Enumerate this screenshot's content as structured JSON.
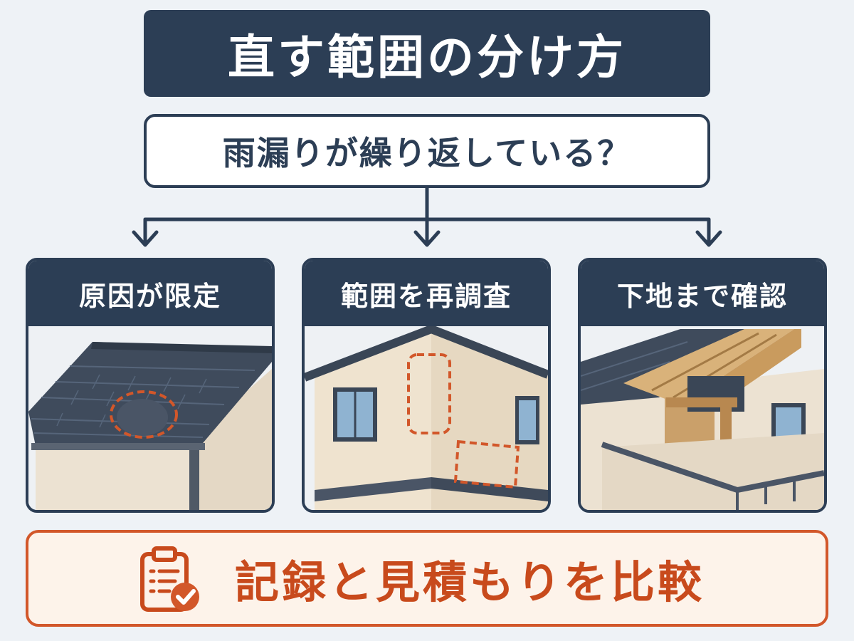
{
  "title": "直す範囲の分け方",
  "question": "雨漏りが繰り返している？",
  "branches": [
    {
      "label": "原因が限定",
      "image": "roof-partial-leak-illustration"
    },
    {
      "label": "範囲を再調査",
      "image": "exterior-wall-crack-illustration"
    },
    {
      "label": "下地まで確認",
      "image": "exposed-roof-substrate-illustration"
    }
  ],
  "footer": {
    "label": "記録と見積もりを比較",
    "icon": "clipboard-check-icon"
  },
  "colors": {
    "navy": "#2c3e55",
    "accent_orange": "#d2572a",
    "background": "#eef2f6"
  }
}
